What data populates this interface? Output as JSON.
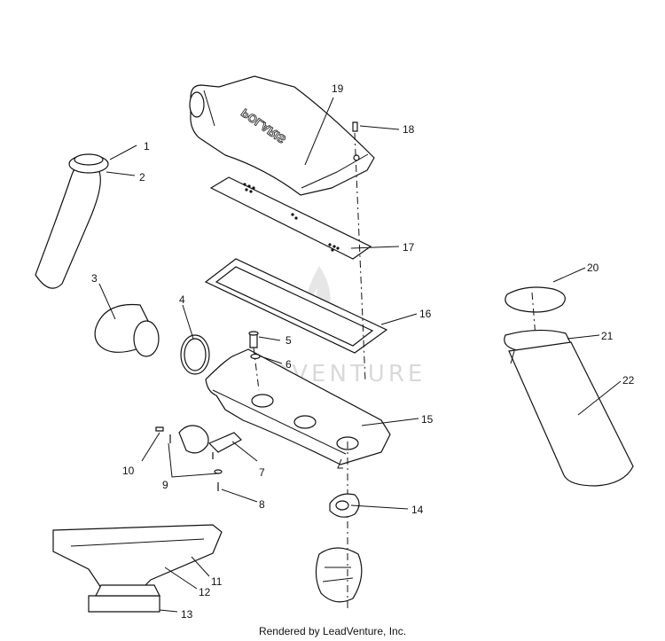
{
  "footer_text": "Rendered by LeadVenture, Inc.",
  "watermark_text": "LEADVENTURE",
  "brand_text": "POLARIS",
  "callouts": [
    "1",
    "2",
    "3",
    "4",
    "5",
    "6",
    "7",
    "8",
    "9",
    "10",
    "11",
    "12",
    "13",
    "14",
    "15",
    "16",
    "17",
    "18",
    "19",
    "20",
    "21",
    "22"
  ]
}
